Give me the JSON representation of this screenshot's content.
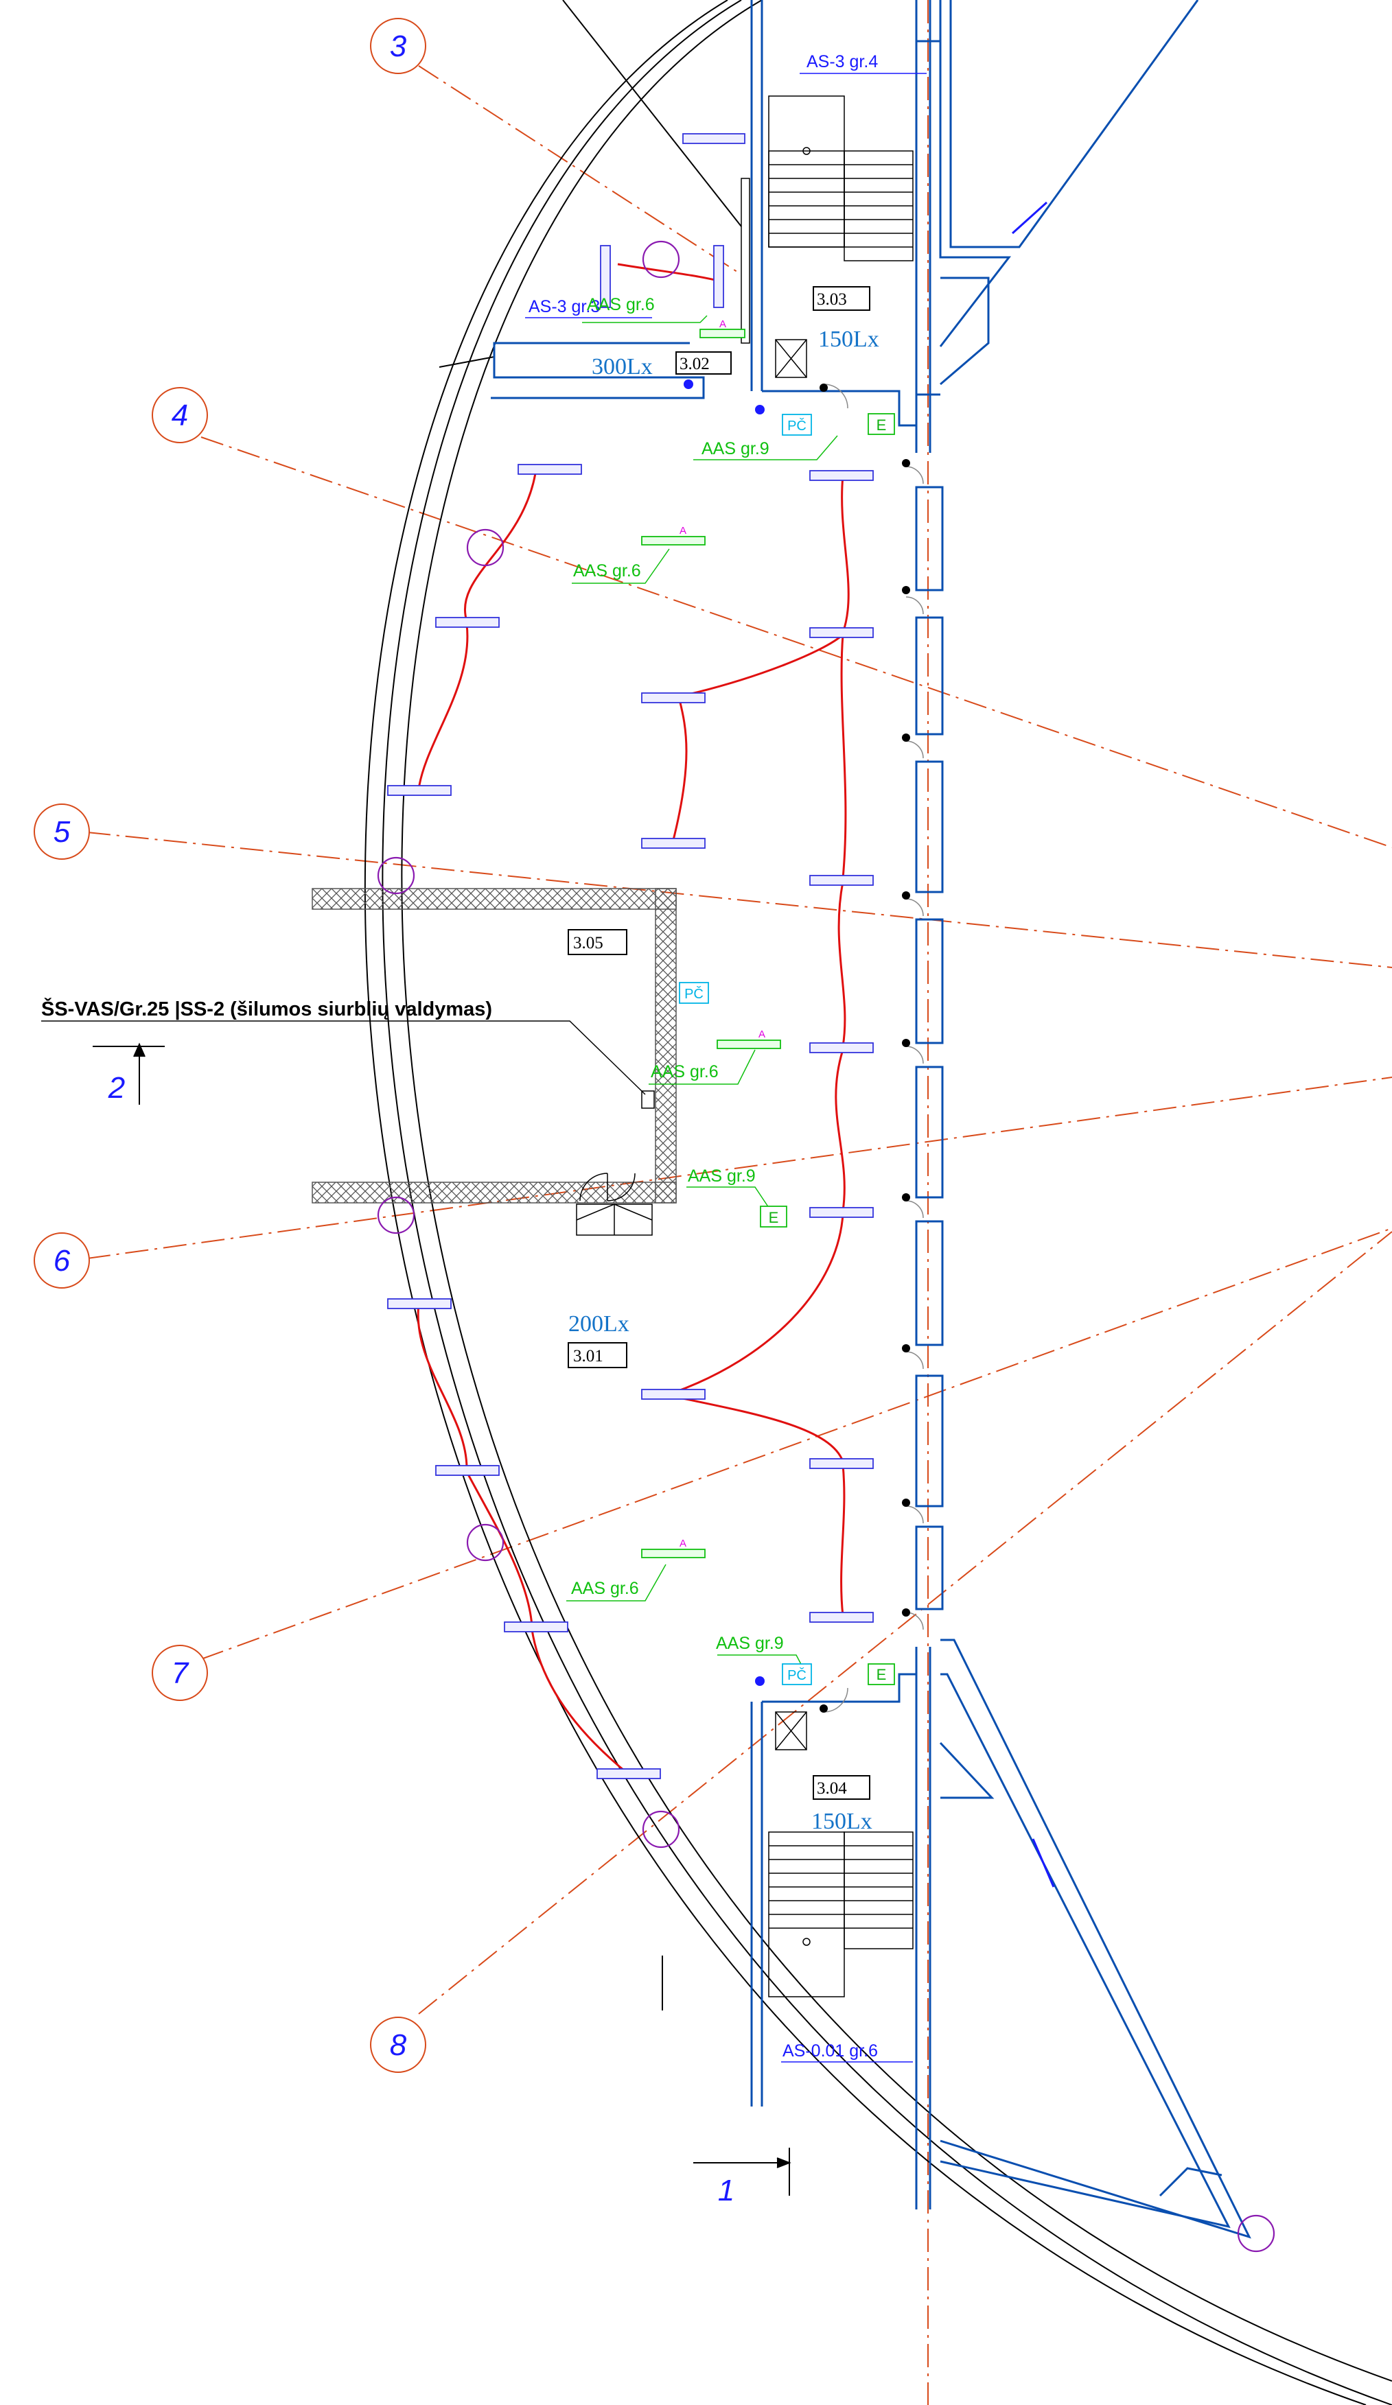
{
  "colors": {
    "wall": "#0a4fb0",
    "axis": "#d84a1a",
    "circuit": "#e01010",
    "light_fixture": "#3333dd",
    "emergency": "#10c010",
    "sensor": "#8a1ab0",
    "hatch": "#555555",
    "pc": "#00b4e6",
    "magenta": "#e000e0"
  },
  "axes": {
    "a3": "3",
    "a4": "4",
    "a5": "5",
    "a6": "6",
    "a7": "7",
    "a8": "8"
  },
  "section_marks": {
    "s1": "1",
    "s2": "2"
  },
  "rooms": {
    "r302": "3.02",
    "r303": "3.03",
    "r305": "3.05",
    "r301": "3.01",
    "r304": "3.04"
  },
  "lux": {
    "l302": "300Lx",
    "l303": "150Lx",
    "l301": "200Lx",
    "l304": "150Lx"
  },
  "labels": {
    "as3_gr4": "AS-3 gr.4",
    "as3_gr3": "AS-3 gr.3",
    "aas6_top": "AAS gr.6",
    "aas9_top": "AAS gr.9",
    "aas6_upper": "AAS gr.6",
    "aas6_mid": "AAS gr.6",
    "aas9_mid": "AAS gr.9",
    "aas6_lower": "AAS gr.6",
    "aas9_bottom": "AAS gr.9",
    "as001_gr6": "AS-0.01 gr.6",
    "pump_note": "ŠS-VAS/Gr.25 |SS-2 (šilumos siurblių valdymas)"
  },
  "markers": {
    "pc": "PČ",
    "e": "E",
    "a": "A"
  }
}
